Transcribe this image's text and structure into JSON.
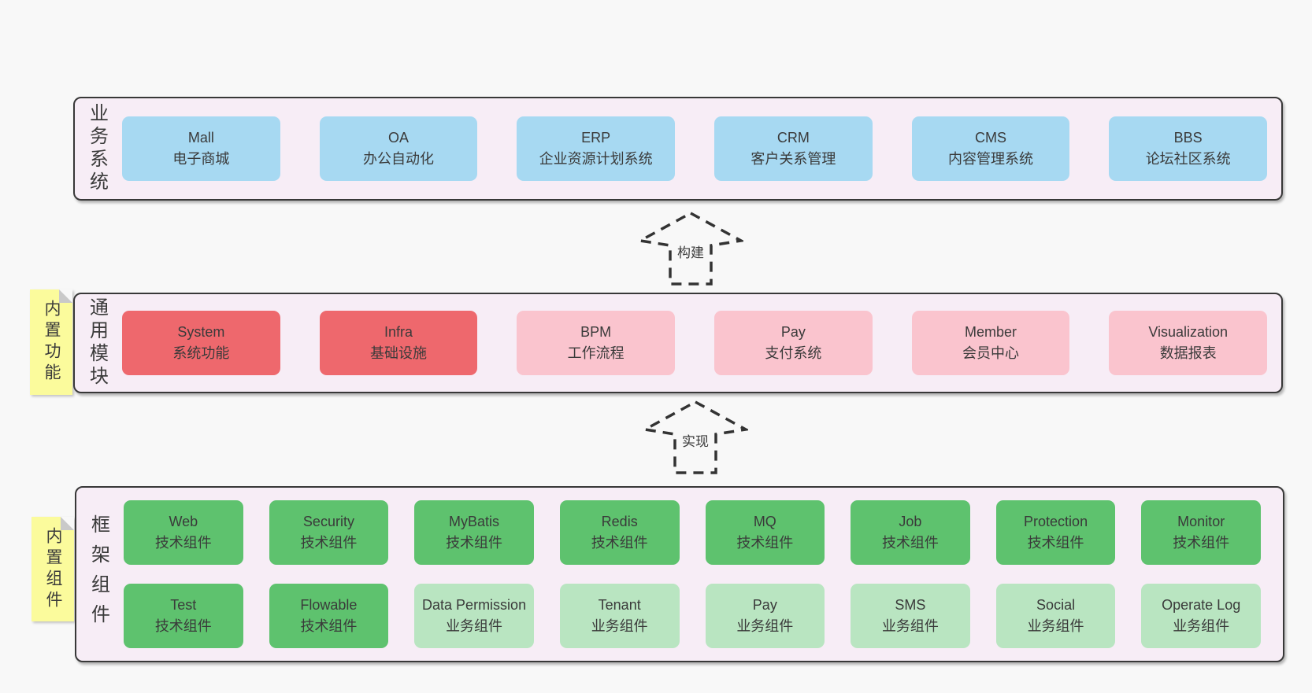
{
  "colors": {
    "pagebg": "#f8f8f8",
    "panelbg": "#f7edf6",
    "border": "#383838",
    "text": "#3a3a3a",
    "blue": "#a7d9f2",
    "red": "#ee686d",
    "pink": "#fac4ce",
    "green": "#5ec26e",
    "lgreen": "#b9e5c1",
    "notebg": "#fbfb9c",
    "notefold": "#c9c9c9",
    "arrow": "#333333"
  },
  "layers": {
    "business": {
      "label": "业务系统",
      "items": [
        {
          "name": "Mall",
          "desc": "电子商城",
          "variant": "blue"
        },
        {
          "name": "OA",
          "desc": "办公自动化",
          "variant": "blue"
        },
        {
          "name": "ERP",
          "desc": "企业资源计划系统",
          "variant": "blue"
        },
        {
          "name": "CRM",
          "desc": "客户关系管理",
          "variant": "blue"
        },
        {
          "name": "CMS",
          "desc": "内容管理系统",
          "variant": "blue"
        },
        {
          "name": "BBS",
          "desc": "论坛社区系统",
          "variant": "blue"
        }
      ]
    },
    "modules": {
      "label": "通用模块",
      "note": "内置功能",
      "items": [
        {
          "name": "System",
          "desc": "系统功能",
          "variant": "red"
        },
        {
          "name": "Infra",
          "desc": "基础设施",
          "variant": "red"
        },
        {
          "name": "BPM",
          "desc": "工作流程",
          "variant": "pink"
        },
        {
          "name": "Pay",
          "desc": "支付系统",
          "variant": "pink"
        },
        {
          "name": "Member",
          "desc": "会员中心",
          "variant": "pink"
        },
        {
          "name": "Visualization",
          "desc": "数据报表",
          "variant": "pink"
        }
      ]
    },
    "components": {
      "label": "框架组件",
      "note": "内置组件",
      "row1": [
        {
          "name": "Web",
          "desc": "技术组件",
          "variant": "green"
        },
        {
          "name": "Security",
          "desc": "技术组件",
          "variant": "green"
        },
        {
          "name": "MyBatis",
          "desc": "技术组件",
          "variant": "green"
        },
        {
          "name": "Redis",
          "desc": "技术组件",
          "variant": "green"
        },
        {
          "name": "MQ",
          "desc": "技术组件",
          "variant": "green"
        },
        {
          "name": "Job",
          "desc": "技术组件",
          "variant": "green"
        },
        {
          "name": "Protection",
          "desc": "技术组件",
          "variant": "green"
        },
        {
          "name": "Monitor",
          "desc": "技术组件",
          "variant": "green"
        }
      ],
      "row2": [
        {
          "name": "Test",
          "desc": "技术组件",
          "variant": "green"
        },
        {
          "name": "Flowable",
          "desc": "技术组件",
          "variant": "green"
        },
        {
          "name": "Data Permission",
          "desc": "业务组件",
          "variant": "lgreen"
        },
        {
          "name": "Tenant",
          "desc": "业务组件",
          "variant": "lgreen"
        },
        {
          "name": "Pay",
          "desc": "业务组件",
          "variant": "lgreen"
        },
        {
          "name": "SMS",
          "desc": "业务组件",
          "variant": "lgreen"
        },
        {
          "name": "Social",
          "desc": "业务组件",
          "variant": "lgreen"
        },
        {
          "name": "Operate Log",
          "desc": "业务组件",
          "variant": "lgreen"
        }
      ]
    }
  },
  "arrows": {
    "build": {
      "label": "构建"
    },
    "implement": {
      "label": "实现"
    }
  }
}
